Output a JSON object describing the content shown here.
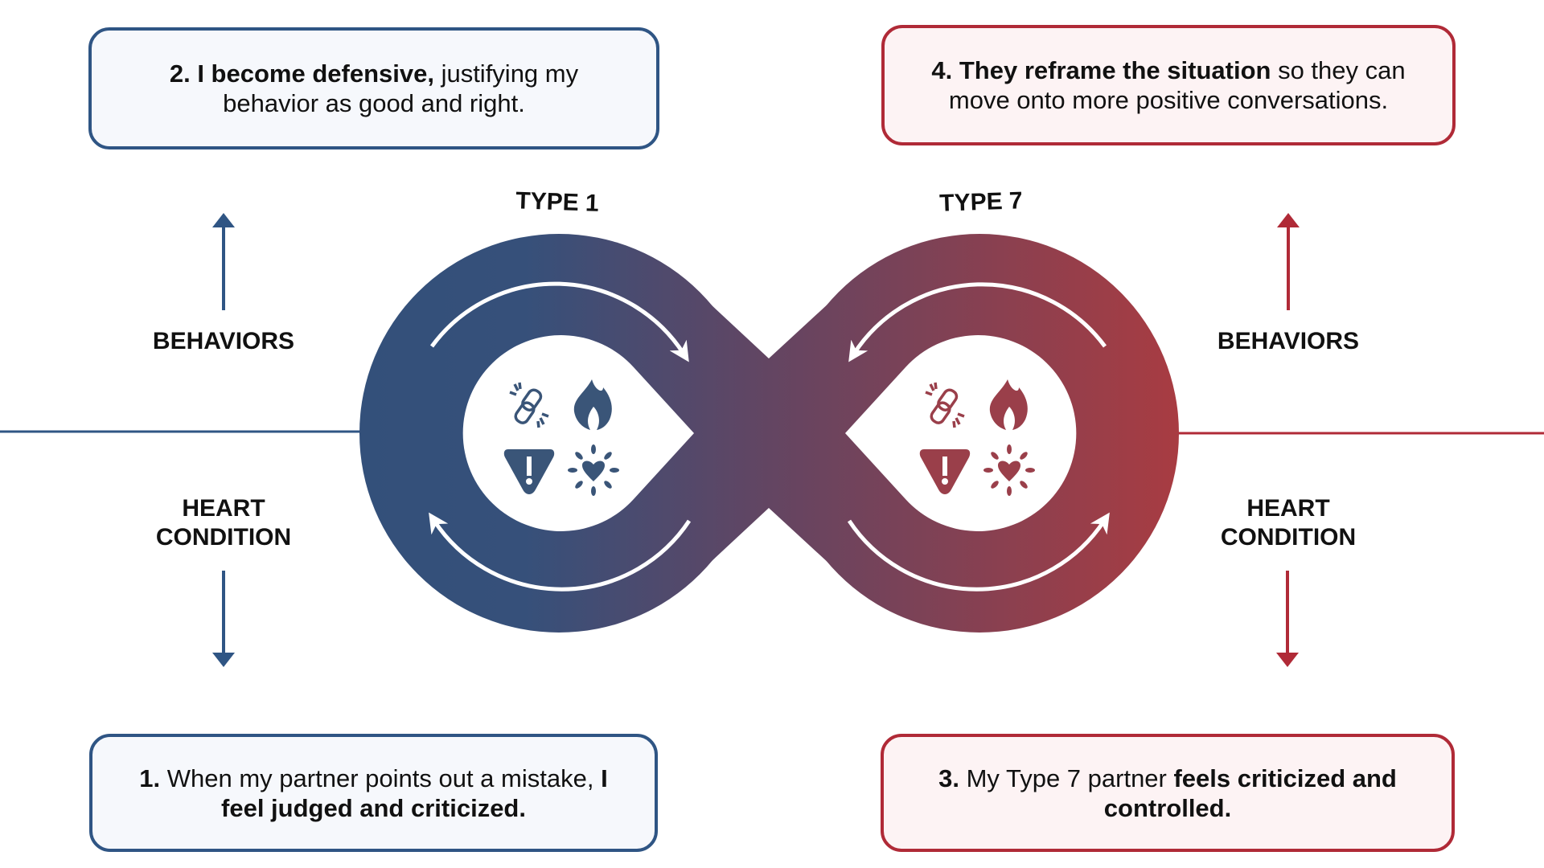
{
  "boxes": {
    "step1": {
      "num": "1.",
      "text1": " When my partner points out a mistake, ",
      "bold": "I feel judged and criticized."
    },
    "step2": {
      "bold": "2. I become defensive,",
      "text": " justifying my behavior as good and right."
    },
    "step3": {
      "num": "3.",
      "text": " My Type 7 partner ",
      "bold": "feels criticized and controlled."
    },
    "step4": {
      "bold": "4. They reframe the situation",
      "text": " so they can move onto more positive conversations."
    }
  },
  "types": {
    "left": "TYPE 1",
    "right": "TYPE 7"
  },
  "labels": {
    "behaviors_left": "BEHAVIORS",
    "behaviors_right": "BEHAVIORS",
    "heart_left": "HEART CONDITION",
    "heart_right": "HEART CONDITION"
  },
  "colors": {
    "blue": "#2f5584",
    "red": "#b02a37",
    "gradient_start": "#33507a",
    "gradient_end": "#a83c42"
  },
  "icons": [
    "broken-link-icon",
    "flame-icon",
    "warning-icon",
    "heart-burst-icon"
  ]
}
